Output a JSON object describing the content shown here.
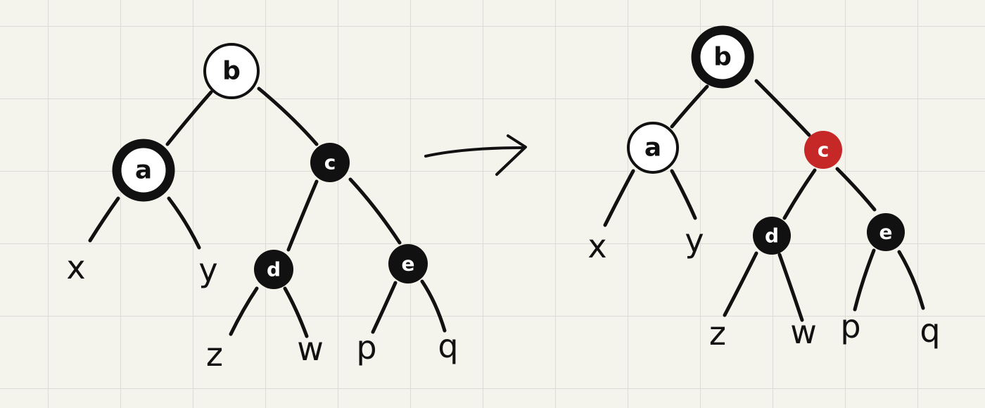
{
  "left_tree": {
    "nodes": {
      "b": {
        "label": "b",
        "style": "white"
      },
      "a": {
        "label": "a",
        "style": "bold-black-ring"
      },
      "c": {
        "label": "c",
        "style": "black"
      },
      "d": {
        "label": "d",
        "style": "black"
      },
      "e": {
        "label": "e",
        "style": "black"
      }
    },
    "leaves": {
      "x": "x",
      "y": "y",
      "z": "z",
      "w": "w",
      "p": "p",
      "q": "q"
    }
  },
  "right_tree": {
    "nodes": {
      "b": {
        "label": "b",
        "style": "bold-black-ring"
      },
      "a": {
        "label": "a",
        "style": "white"
      },
      "c": {
        "label": "c",
        "style": "red"
      },
      "d": {
        "label": "d",
        "style": "black"
      },
      "e": {
        "label": "e",
        "style": "black"
      }
    },
    "leaves": {
      "x": "x",
      "y": "y",
      "z": "z",
      "w": "w",
      "p": "p",
      "q": "q"
    }
  },
  "colors": {
    "background": "#f4f3ec",
    "ink": "#111111",
    "red_node": "#c62828",
    "white_node": "#ffffff"
  }
}
